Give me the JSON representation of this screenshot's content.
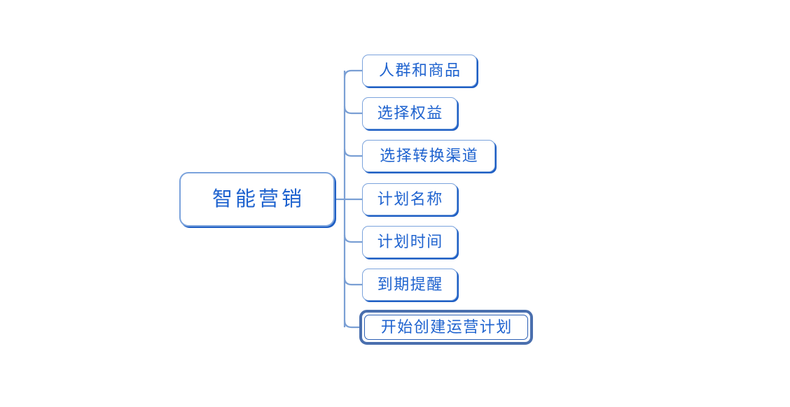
{
  "diagram": {
    "type": "mind-map",
    "title": "智能营销",
    "background_color": "#ffffff",
    "colors": {
      "node_border": "#7ba3dc",
      "node_shadow": "#1f5fc4",
      "node_text": "#1f63cf",
      "connector": "#7a9fd4",
      "selected_outer_border": "#4a6fae",
      "selected_inner_border": "#2b5fb4"
    },
    "root": {
      "label": "智能营销"
    },
    "children": [
      {
        "label": "人群和商品",
        "selected": false
      },
      {
        "label": "选择权益",
        "selected": false
      },
      {
        "label": "选择转换渠道",
        "selected": false
      },
      {
        "label": "计划名称",
        "selected": false
      },
      {
        "label": "计划时间",
        "selected": false
      },
      {
        "label": "到期提醒",
        "selected": false
      },
      {
        "label": "开始创建运营计划",
        "selected": true
      }
    ]
  }
}
